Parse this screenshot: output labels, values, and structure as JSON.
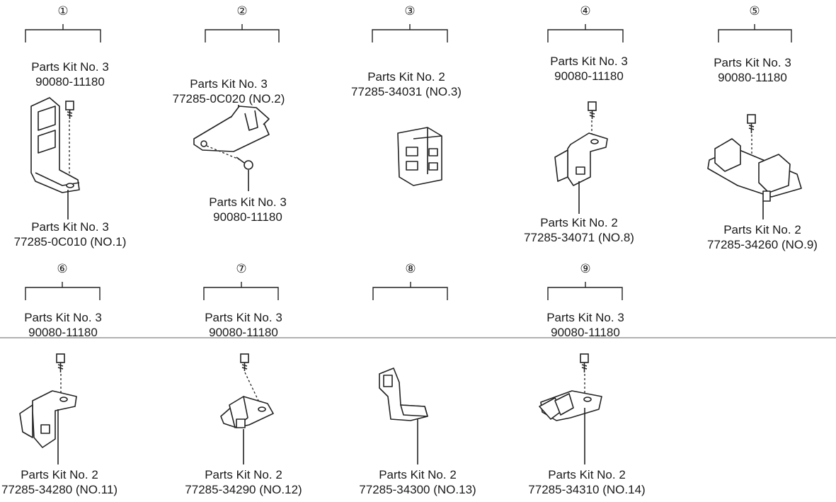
{
  "items": [
    {
      "number": "①",
      "top_label": [
        "Parts Kit No. 3",
        "90080-11180"
      ],
      "bottom_label": [
        "Parts Kit No. 3",
        "77285-0C010 (NO.1)"
      ]
    },
    {
      "number": "②",
      "top_label": [
        "Parts Kit No. 3",
        "77285-0C020 (NO.2)"
      ],
      "bottom_label": [
        "Parts Kit No. 3",
        "90080-11180"
      ]
    },
    {
      "number": "③",
      "top_label": [
        "Parts Kit No. 2",
        "77285-34031 (NO.3)"
      ]
    },
    {
      "number": "④",
      "top_label": [
        "Parts Kit No. 3",
        "90080-11180"
      ],
      "bottom_label": [
        "Parts Kit No. 2",
        "77285-34071 (NO.8)"
      ]
    },
    {
      "number": "⑤",
      "top_label": [
        "Parts Kit No. 3",
        "90080-11180"
      ],
      "bottom_label": [
        "Parts Kit No. 2",
        "77285-34260 (NO.9)"
      ]
    },
    {
      "number": "⑥",
      "top_label": [
        "Parts Kit No. 3",
        "90080-11180"
      ],
      "bottom_label": [
        "Parts Kit No. 2",
        "77285-34280 (NO.11)"
      ]
    },
    {
      "number": "⑦",
      "top_label": [
        "Parts Kit No. 3",
        "90080-11180"
      ],
      "bottom_label": [
        "Parts Kit No. 2",
        "77285-34290 (NO.12)"
      ]
    },
    {
      "number": "⑧",
      "bottom_label": [
        "Parts Kit No. 2",
        "77285-34300 (NO.13)"
      ]
    },
    {
      "number": "⑨",
      "top_label": [
        "Parts Kit No. 3",
        "90080-11180"
      ],
      "bottom_label": [
        "Parts Kit No. 2",
        "77285-34310 (NO.14)"
      ]
    }
  ]
}
